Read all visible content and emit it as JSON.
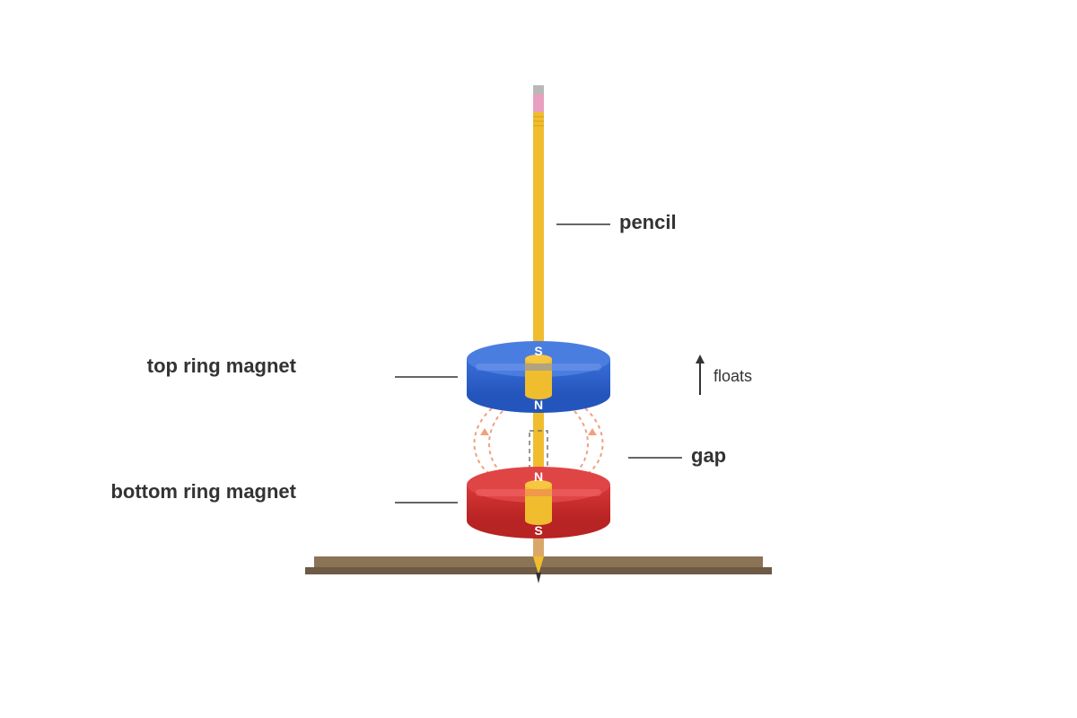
{
  "labels": {
    "pencil": "pencil",
    "top_ring_magnet": "top ring magnet",
    "bottom_ring_magnet": "bottom ring magnet",
    "floats": "floats",
    "gap": "gap"
  },
  "poles": {
    "top_magnet_top": "S",
    "top_magnet_bottom": "N",
    "bottom_magnet_top": "N",
    "bottom_magnet_bottom": "S"
  },
  "colors": {
    "pencil_body": "#f0bd2e",
    "pencil_eraser": "#e8a0c0",
    "pencil_ferrule": "#b8b8b8",
    "top_magnet": "#2f62cc",
    "bottom_magnet": "#cc2e2e",
    "field_lines": "#f0a080",
    "base": "#8b7355",
    "label_text": "#333333"
  },
  "icons": {
    "float_arrow": "up-arrow-icon"
  }
}
